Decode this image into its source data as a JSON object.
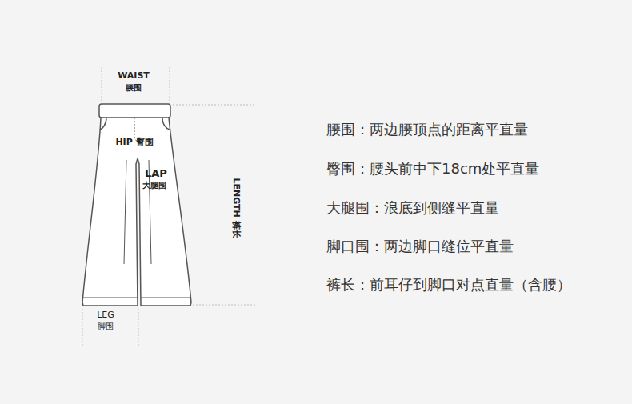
{
  "diagram": {
    "labels": [
      "WAIST",
      "腰围",
      "HIP 臀围",
      "LAP",
      "大腿围",
      "LENGTH 裤长",
      "LEG",
      "脚围",
      "腰围：两边腰顶点的距离平直量",
      "臀围：腰头前中下18cm处平直量",
      "大腿围：浪底到侧缝平直量",
      "脚口围：两边脚口缝位平直量",
      "裤长：前耳仔到脚口对点直量（含腰）"
    ]
  }
}
